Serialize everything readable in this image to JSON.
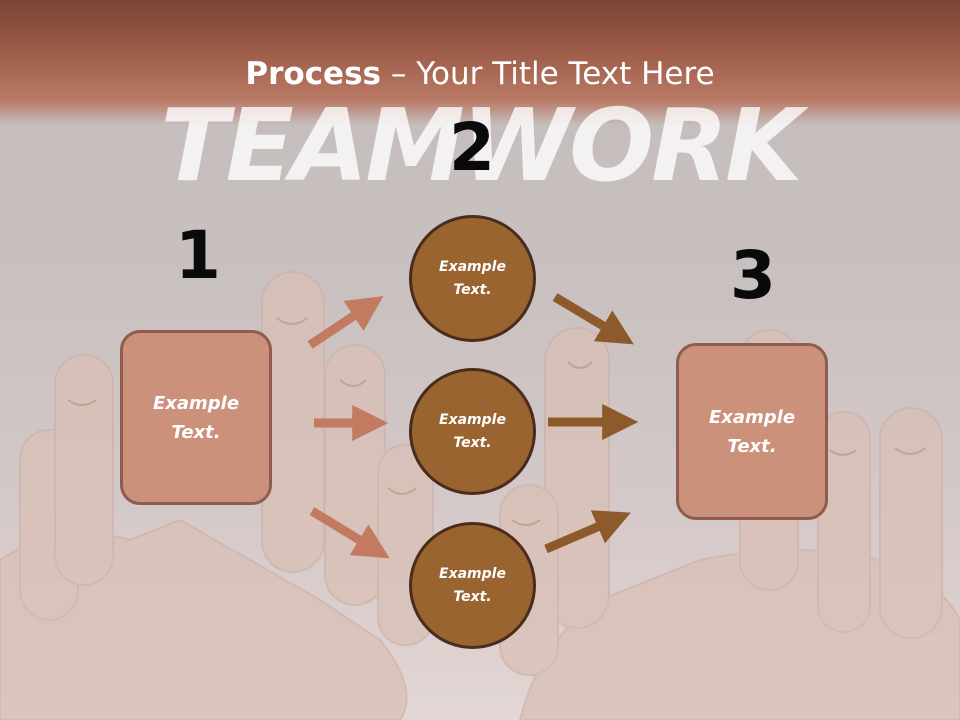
{
  "slide": {
    "title_bold": "Process",
    "title_rest": " – Your Title Text Here",
    "watermark": "TEAMWORK"
  },
  "steps": {
    "one": "1",
    "two": "2",
    "three": "3"
  },
  "boxes": {
    "left": "Example\nText.",
    "right": "Example\nText."
  },
  "circles": {
    "top": "Example\nText.",
    "middle": "Example\nText.",
    "bottom": "Example\nText."
  },
  "colors": {
    "header_band": "#a05f4b",
    "box_fill": "#cc917b",
    "box_border": "#8f5c4f",
    "circle_fill": "#9a6431",
    "circle_border": "#4a2c1c",
    "arrow_light": "#c27b61",
    "arrow_dark": "#8d5a2c"
  },
  "icons": {
    "background": "hands-with-finger-faces-image",
    "connector": "arrow-icon"
  }
}
